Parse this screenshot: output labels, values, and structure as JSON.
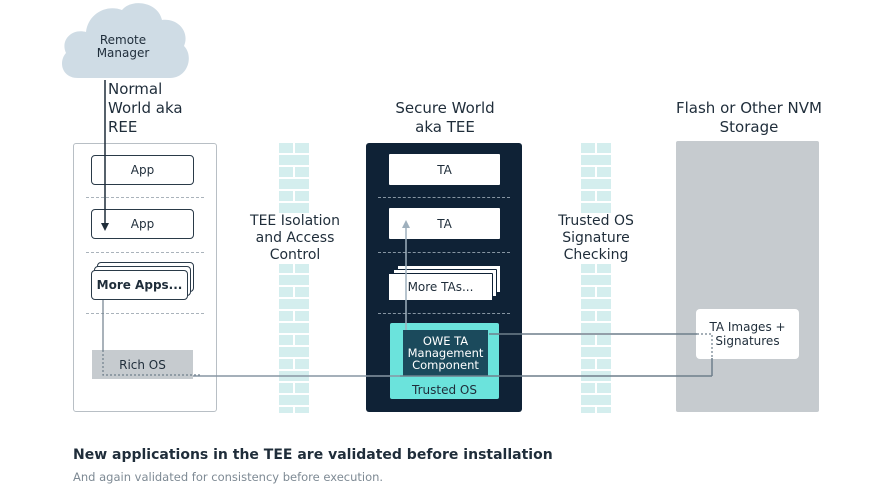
{
  "cloud": {
    "label": "Remote Manager"
  },
  "normal_world": {
    "title": "Normal World aka REE",
    "apps": [
      "App",
      "App"
    ],
    "more_apps": "More Apps...",
    "rich_os": "Rich OS"
  },
  "isolation": {
    "label": "TEE Isolation and Access Control"
  },
  "secure_world": {
    "title": "Secure World aka TEE",
    "tas": [
      "TA",
      "TA"
    ],
    "more_tas": "More TAs...",
    "owe_component": "OWE TA Management Component",
    "trusted_os": "Trusted OS"
  },
  "signature_check": {
    "label": "Trusted OS Signature Checking"
  },
  "storage": {
    "title": "Flash or Other NVM Storage",
    "ta_images": "TA Images + Signatures"
  },
  "caption": {
    "title": "New applications in the TEE are validated before installation",
    "subtitle": "And again validated for consistency before execution."
  },
  "colors": {
    "dark_navy": "#0f2236",
    "teal": "#6be3dc",
    "wall_teal": "#d4eeee",
    "storage_gray": "#c6cbcf",
    "cloud": "#cfdce5"
  }
}
